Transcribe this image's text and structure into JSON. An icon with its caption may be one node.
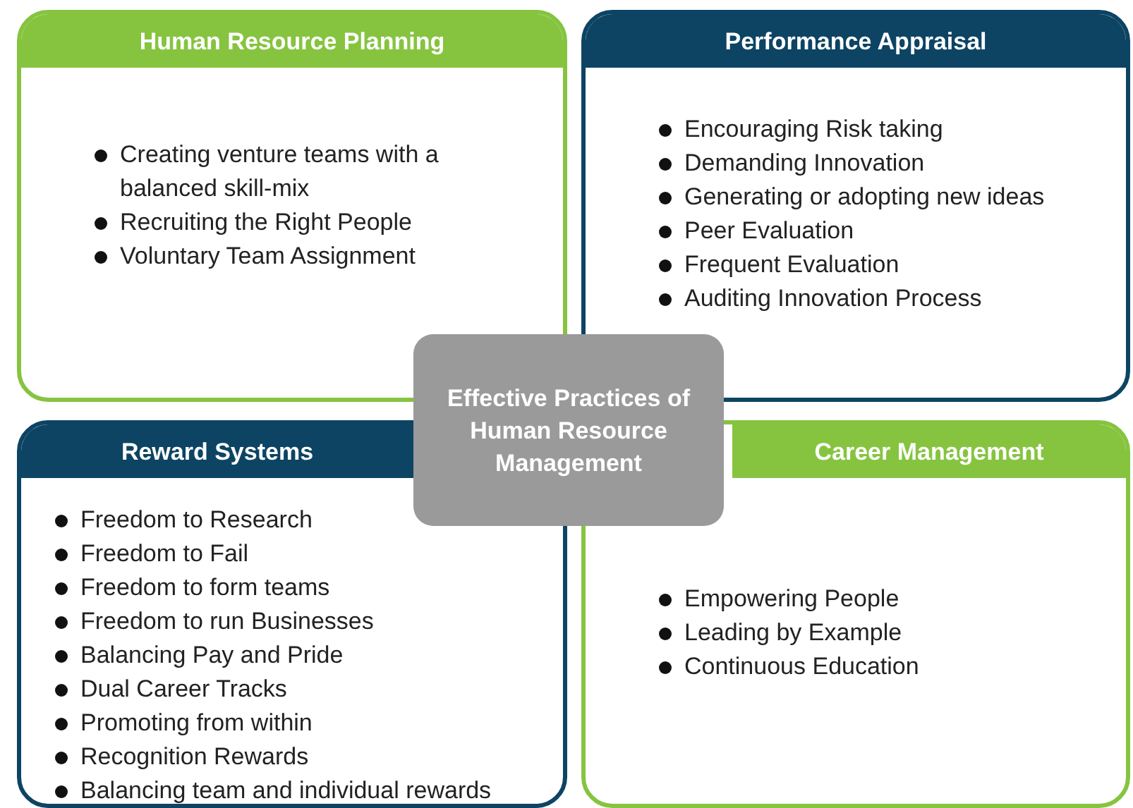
{
  "diagram": {
    "nodes": [
      {
        "text": [
          "Human Resource Planning",
          "Creating venture teams with a balanced skill-mix",
          "Recruiting the Right People",
          "Voluntary Team Assignment"
        ]
      },
      {
        "text": [
          "Performance Appraisal",
          "Encouraging Risk taking",
          "Demanding Innovation",
          "Generating or adopting new ideas",
          "Peer Evaluation",
          "Frequent Evaluation",
          "Auditing Innovation Process"
        ]
      },
      {
        "text": [
          "Effective Practices of Human Resource Management"
        ]
      },
      {
        "text": [
          "Reward Systems",
          "Freedom to Research",
          "Freedom to Fail",
          "Freedom to form teams",
          "Freedom to run Businesses",
          "Balancing Pay and Pride",
          "Dual Career Tracks",
          "Promoting from within",
          "Recognition Rewards",
          "Balancing team and individual rewards"
        ]
      },
      {
        "text": [
          "Career Management",
          "Empowering People",
          "Leading by Example",
          "Continuous Education"
        ]
      }
    ]
  }
}
